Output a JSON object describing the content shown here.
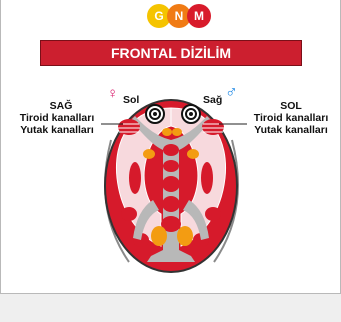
{
  "logo": {
    "letters": [
      "G",
      "N",
      "M"
    ],
    "colors": [
      "#f5c400",
      "#f07b14",
      "#d81b2b"
    ]
  },
  "banner": {
    "title": "FRONTAL DİZİLİM"
  },
  "left_side": {
    "side": "SAĞ",
    "line1": "Tiroid kanalları",
    "line2": "Yutak kanalları"
  },
  "right_side": {
    "side": "SOL",
    "line1": "Tiroid kanalları",
    "line2": "Yutak kanalları"
  },
  "female": {
    "symbol": "♀",
    "label": "Sol",
    "color": "#d81b6b"
  },
  "male": {
    "symbol": "♂",
    "label": "Sağ",
    "color": "#1e88e5"
  },
  "colors": {
    "red": "#d61a2b",
    "pale": "#f7d9dd",
    "orange": "#f39c12",
    "grey": "#b8b8b8"
  }
}
